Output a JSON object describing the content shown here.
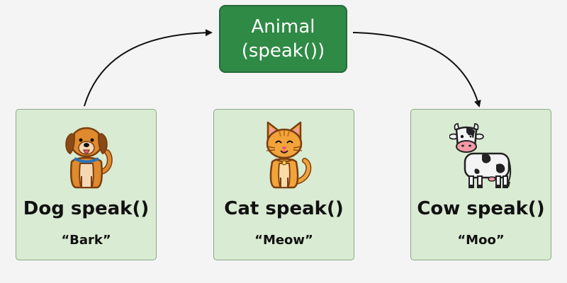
{
  "parent": {
    "line1": "Animal",
    "line2": "(speak())",
    "fill_color": "#2f8a45",
    "text_color": "#ffffff"
  },
  "children": [
    {
      "animal": "dog",
      "icon": "dog-icon",
      "title": "Dog speak()",
      "sound": "“Bark”"
    },
    {
      "animal": "cat",
      "icon": "cat-icon",
      "title": "Cat speak()",
      "sound": "“Meow”"
    },
    {
      "animal": "cow",
      "icon": "cow-icon",
      "title": "Cow speak()",
      "sound": "“Moo”"
    }
  ],
  "colors": {
    "card_fill": "#d9ebd2",
    "card_border": "#8aa887",
    "arrow": "#111111"
  }
}
